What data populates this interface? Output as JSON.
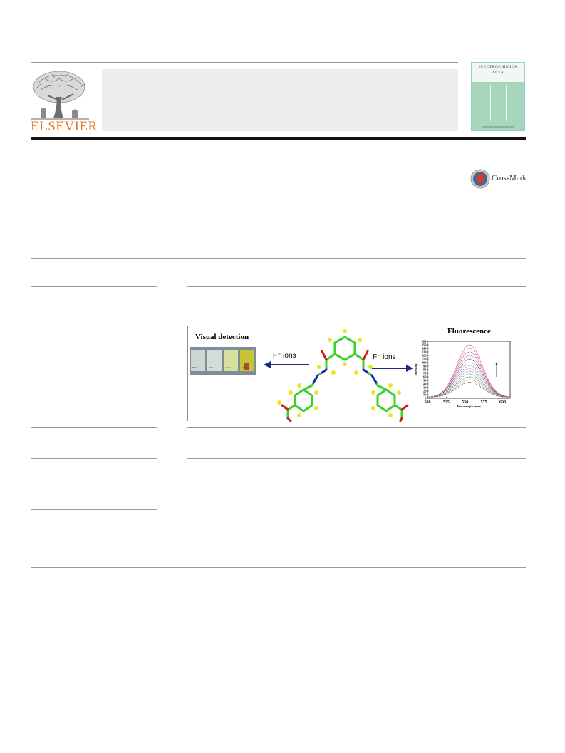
{
  "publisher": {
    "wordmark": "ELSEVIER"
  },
  "journal_cover": {
    "title_line1": "SPECTROCHIMICA",
    "title_line2": "ACTA"
  },
  "crossmark": {
    "label": "CrossMark"
  },
  "graphical_abstract": {
    "left_title": "Visual detection",
    "arrow_left_label": "F⁻ ions",
    "arrow_right_label": "F⁻ ions",
    "right_title": "Fluorescence",
    "vial_labels": [
      "Blank",
      "0.5eq",
      "1.0eq",
      "2.0eq"
    ],
    "colors": {
      "arrow": "#1e2a78",
      "carbon": "#3ad12a",
      "nitrogen": "#1d2ab8",
      "oxygen": "#d31a1a",
      "hydrogen": "#e6e62a"
    }
  },
  "chart_data": {
    "type": "line",
    "title": "Fluorescence",
    "xlabel": "Wavelength (nm)",
    "ylabel": "Intensity",
    "xlim": [
      500,
      610
    ],
    "ylim": [
      0,
      160
    ],
    "x_ticks": [
      500,
      525,
      550,
      575,
      600
    ],
    "y_ticks": [
      0,
      10,
      20,
      30,
      40,
      50,
      60,
      70,
      80,
      90,
      100,
      110,
      120,
      130,
      140,
      150,
      160
    ],
    "peak_x": 556,
    "series": [
      {
        "peak": 150,
        "color": "#d33a7a"
      },
      {
        "peak": 140,
        "color": "#c04080"
      },
      {
        "peak": 130,
        "color": "#7a3aa8"
      },
      {
        "peak": 120,
        "color": "#e05050"
      },
      {
        "peak": 110,
        "color": "#2a2a8a"
      },
      {
        "peak": 100,
        "color": "#d0a040"
      },
      {
        "peak": 92,
        "color": "#5a8ad0"
      },
      {
        "peak": 84,
        "color": "#e07ad0"
      },
      {
        "peak": 76,
        "color": "#40a0d0"
      },
      {
        "peak": 68,
        "color": "#50b070"
      },
      {
        "peak": 60,
        "color": "#8a6a4a"
      },
      {
        "peak": 52,
        "color": "#a0a0a0"
      },
      {
        "peak": 45,
        "color": "#6a4a3a"
      }
    ]
  }
}
